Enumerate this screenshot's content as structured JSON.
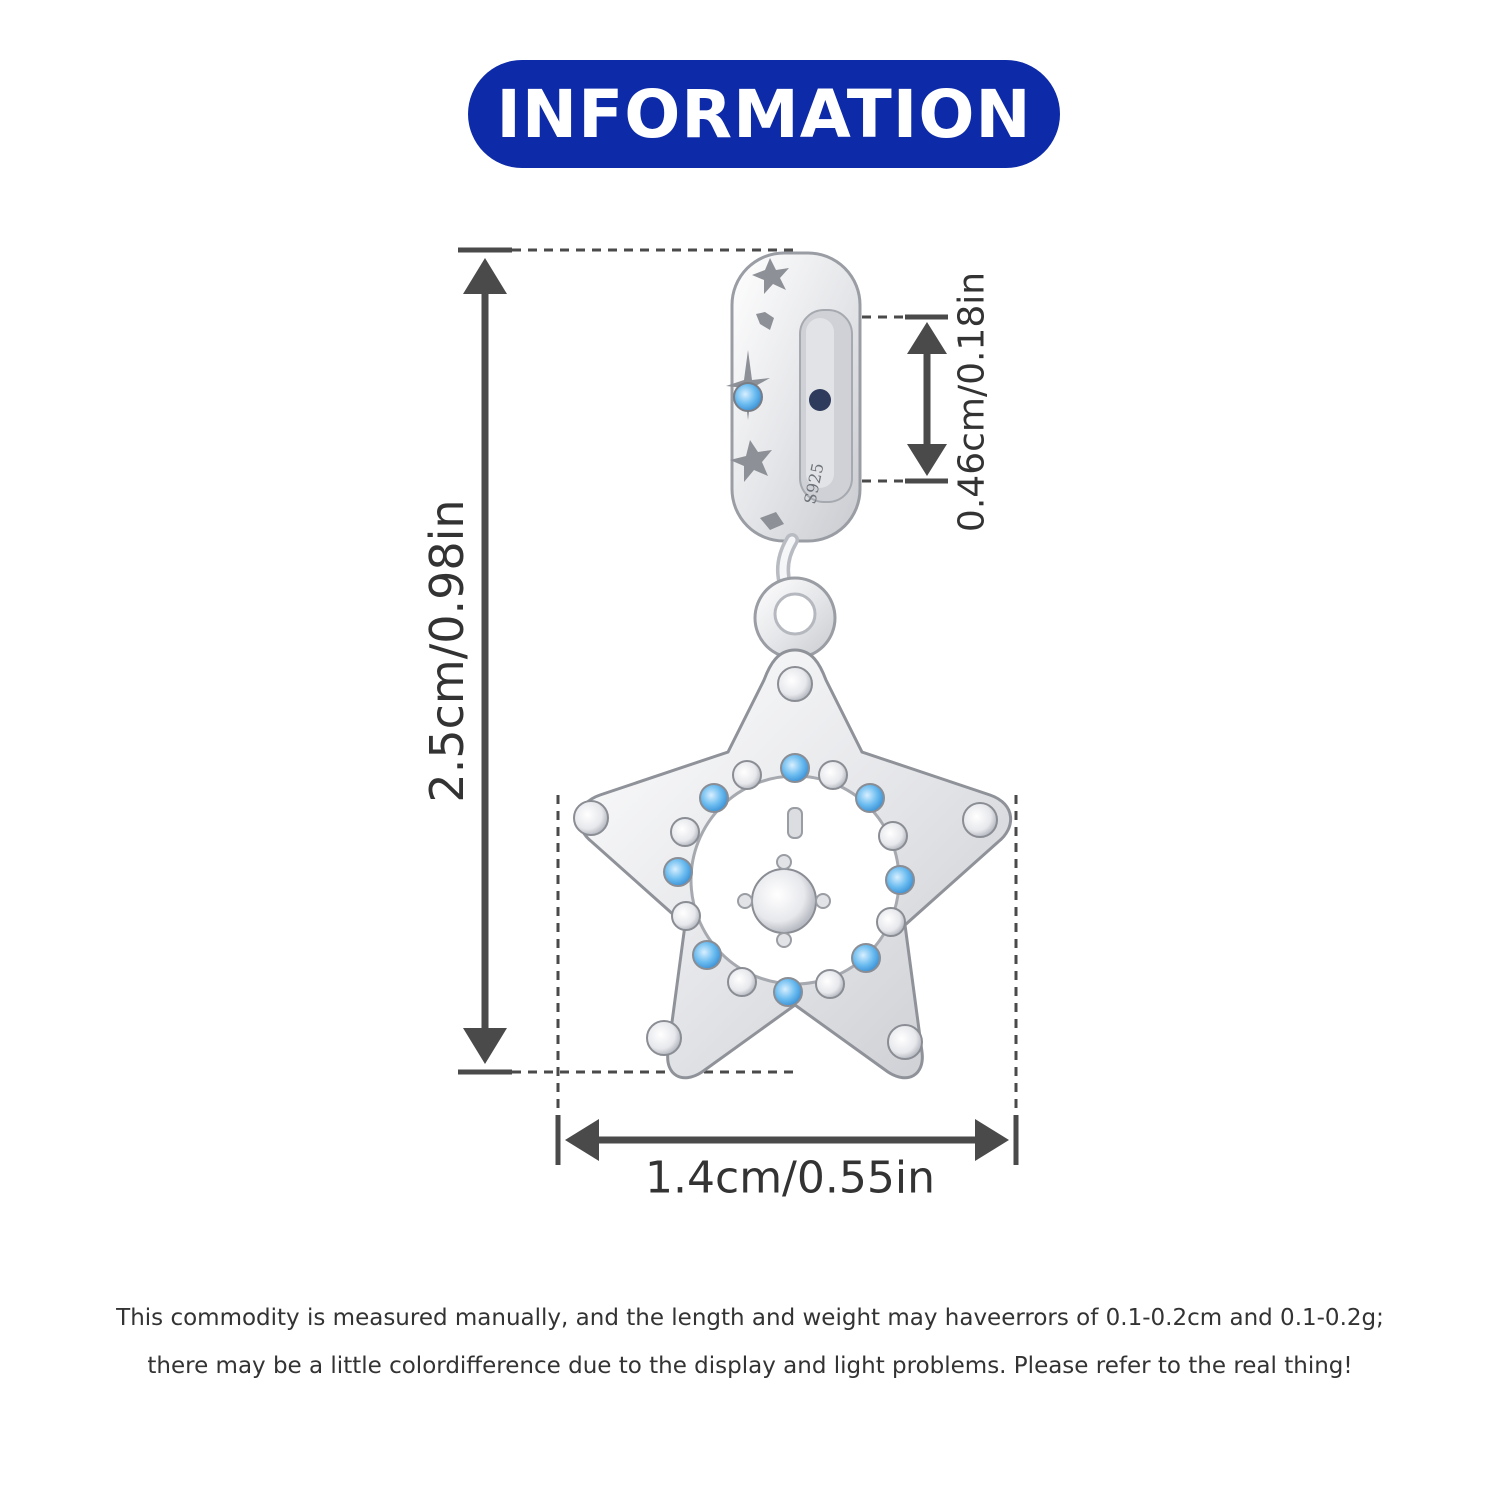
{
  "header": {
    "title": "INFORMATION"
  },
  "dimensions": {
    "height": "2.5cm/0.98in",
    "width": "1.4cm/0.55in",
    "hole": "0.46cm/0.18in"
  },
  "product": {
    "stamp": "S925"
  },
  "note": {
    "line1": "This commodity is measured manually, and the length and weight may haveerrors of 0.1-0.2cm and 0.1-0.2g;",
    "line2": "there may be a little colordifference due to the display and light problems. Please refer to the real thing!"
  },
  "colors": {
    "accent": "#0d2aa8",
    "guide": "#4a4a4a",
    "silver": "#e9eaed",
    "blue_stone": "#5fb3ec",
    "clear_stone": "#f4f4f6"
  }
}
